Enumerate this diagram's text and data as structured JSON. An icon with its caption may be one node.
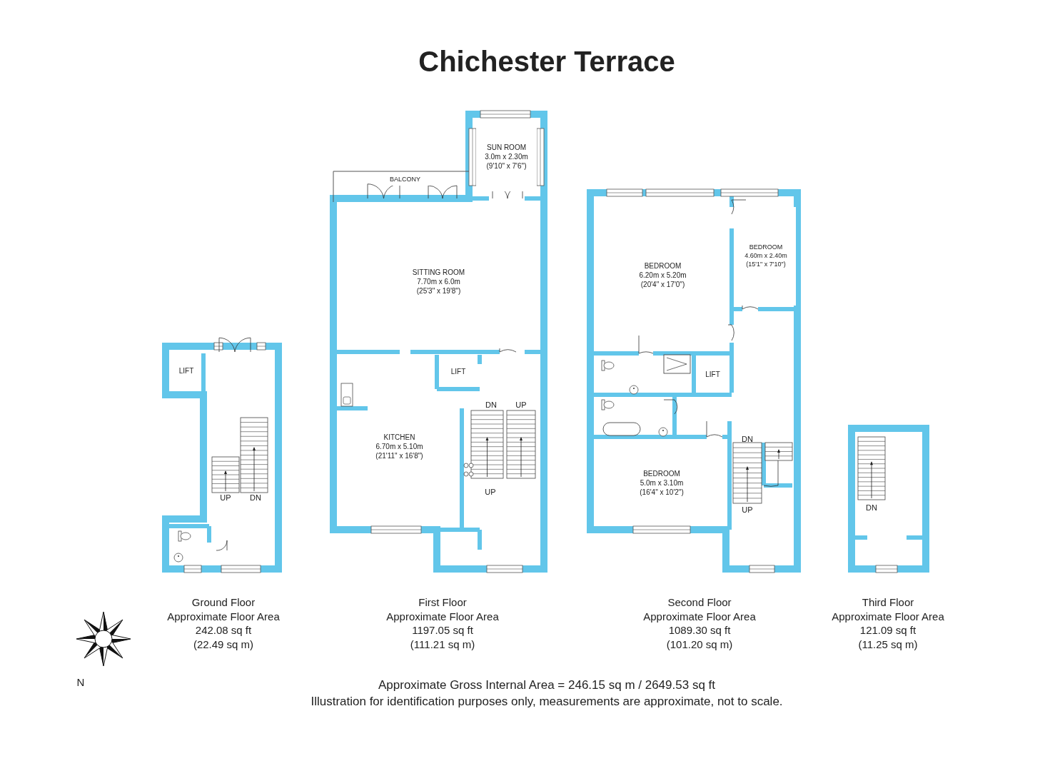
{
  "diagram": {
    "title": "Chichester Terrace",
    "caption": "Illustration for identification purposes only, measurements are approximate, not to scale.",
    "nodes": [
      {
        "text": [
          "LIFT"
        ]
      },
      {
        "text": [
          "SUN ROOM",
          "3.0m x 2.30m",
          "(9'10\" x 7'6\")"
        ]
      },
      {
        "text": [
          "BALCONY"
        ]
      },
      {
        "text": [
          "SITTING ROOM",
          "7.70m x 6.0m",
          "(25'3\" x 19'8\")"
        ]
      },
      {
        "text": [
          "LIFT"
        ]
      },
      {
        "text": [
          "KITCHEN",
          "6.70m x 5.10m",
          "(21'11\" x 16'8\")"
        ]
      },
      {
        "text": [
          "BEDROOM",
          "6.20m x 5.20m",
          "(20'4\" x 17'0\")"
        ]
      },
      {
        "text": [
          "BEDROOM",
          "4.60m x 2.40m",
          "(15'1\" x 7'10\")"
        ]
      },
      {
        "text": [
          "LIFT"
        ]
      },
      {
        "text": [
          "BEDROOM",
          "5.0m x 3.10m",
          "(16'4\" x 10'2\")"
        ]
      }
    ],
    "edges": [],
    "labels": [
      "DN",
      "UP",
      "DN",
      "UP",
      "UP",
      "DN",
      "DN",
      "UP",
      "Ground Floor",
      "Approximate Floor Area",
      "242.08 sq ft",
      "(22.49 sq m)",
      "First Floor",
      "Approximate Floor Area",
      "1197.05 sq ft",
      "(111.21 sq m)",
      "Second Floor",
      "Approximate Floor Area",
      "1089.30 sq ft",
      "(101.20 sq m)",
      "Third Floor",
      "Approximate Floor Area",
      "121.09 sq ft",
      "(11.25 sq m)",
      "N",
      "Approximate Gross Internal Area = 246.15 sq m / 2649.53 sq ft"
    ]
  }
}
